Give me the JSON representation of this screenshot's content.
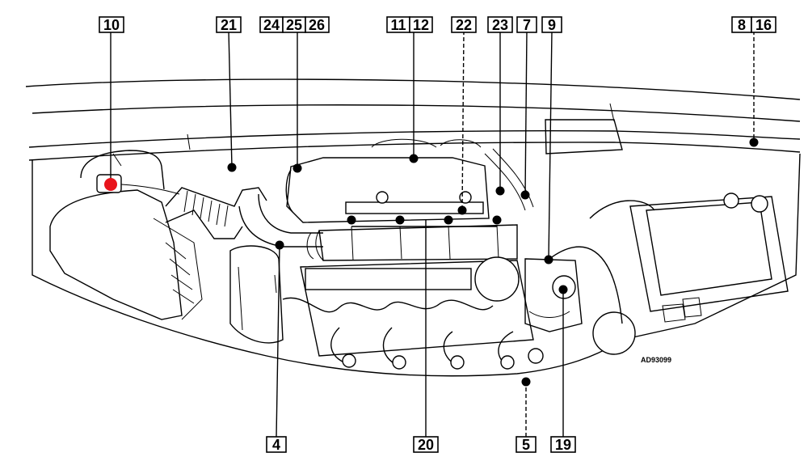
{
  "callouts": {
    "c10": "10",
    "c21": "21",
    "c24": "24",
    "c25": "25",
    "c26": "26",
    "c11": "11",
    "c12": "12",
    "c22": "22",
    "c23": "23",
    "c7": "7",
    "c9": "9",
    "c8": "8",
    "c16": "16",
    "c4": "4",
    "c20": "20",
    "c5": "5",
    "c19": "19"
  },
  "image_code": "AD93099",
  "colors": {
    "highlight_marker": "#e8141c",
    "line": "#000000",
    "background": "#ffffff"
  }
}
